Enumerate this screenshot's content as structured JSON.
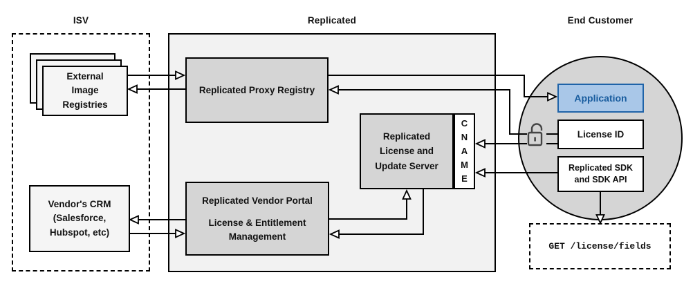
{
  "header": {
    "isv": "ISV",
    "replicated": "Replicated",
    "end_customer": "End Customer"
  },
  "nodes": {
    "external_registries": "External\nImage\nRegistries",
    "vendor_crm": "Vendor's CRM\n(Salesforce,\nHubspot, etc)",
    "proxy_registry": "Replicated Proxy Registry",
    "license_server": "Replicated\nLicense and\nUpdate Server",
    "cname": "C\nN\nA\nM\nE",
    "vendor_portal_title": "Replicated Vendor Portal",
    "vendor_portal_subtitle": "License & Entitlement\nManagement",
    "application": "Application",
    "license_id": "License ID",
    "sdk": "Replicated SDK\nand SDK API",
    "get_endpoint": "GET /license/fields"
  },
  "icons": {
    "unlocked_padlock": "open padlock indicating license authentication"
  },
  "colors": {
    "application_fill": "#A9C7E8",
    "application_border": "#1F63A8",
    "application_text": "#185C9E",
    "node_gray_fill": "#D5D5D5",
    "container_fill": "#F2F2F2",
    "light_node_fill": "#F5F5F5",
    "line_color": "#000000",
    "lock_color": "#444444"
  }
}
